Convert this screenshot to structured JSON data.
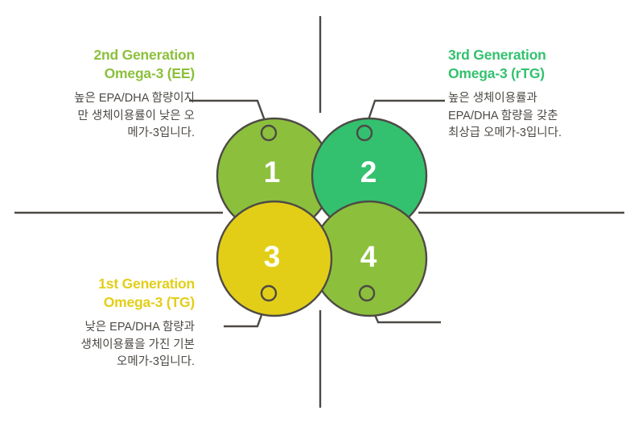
{
  "graphic": {
    "kind": "omega-3-generation-comparison-infographic",
    "background_color": "#FFFFFF",
    "line_color": "#4D4A45",
    "body_text_color": "#4D4A45"
  },
  "items": [
    {
      "number": "1",
      "title": "2nd Generation\nOmega-3 (EE)",
      "body": "높은 EPA/DHA 함량이지\n만 생체이용률이 낮은 오\n메가-3입니다.",
      "color": "#8CC03C",
      "position": "top-left"
    },
    {
      "number": "2",
      "title": "3rd Generation\nOmega-3 (rTG)",
      "body": "높은 생체이용률과\nEPA/DHA 함량을 갖춘\n최상급 오메가-3입니다.",
      "color": "#33C16F",
      "position": "top-right"
    },
    {
      "number": "3",
      "title": "1st Generation\nOmega-3 (TG)",
      "body": "낮은 EPA/DHA 함량과\n생체이용률을 가진 기본\n오메가-3입니다.",
      "color": "#E3CE17",
      "position": "bottom-left"
    },
    {
      "number": "4",
      "title": "",
      "body": "",
      "color": "#8CC03C",
      "position": "bottom-right"
    }
  ]
}
